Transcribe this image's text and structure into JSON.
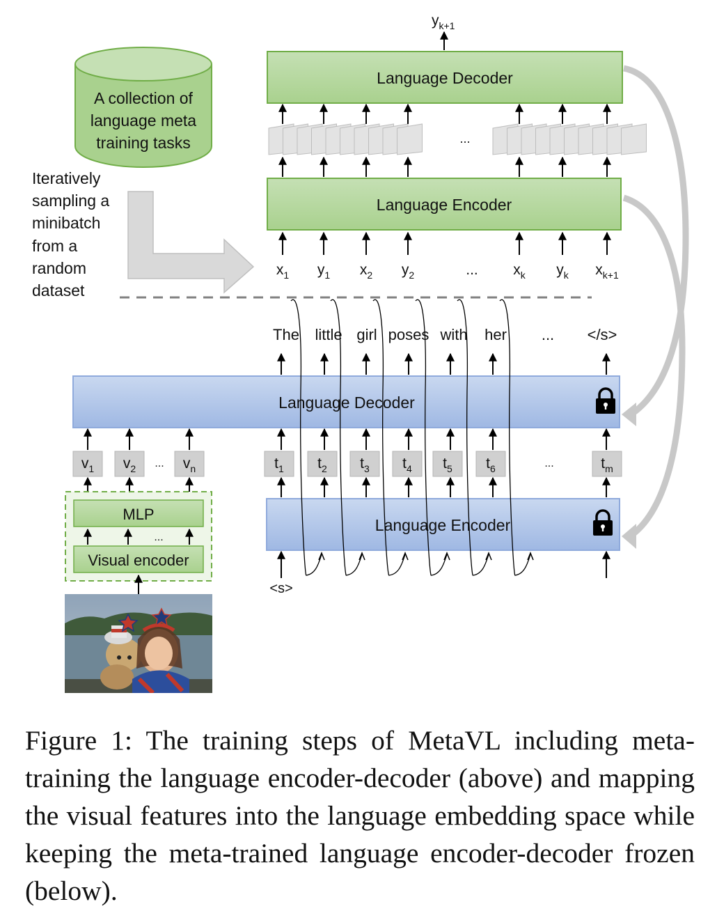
{
  "diagram": {
    "collection_label": [
      "A collection of",
      "language meta",
      "training tasks"
    ],
    "sampling_label": [
      "Iteratively",
      "sampling a",
      "minibatch",
      "from a",
      "random",
      "dataset"
    ],
    "top_output": {
      "base": "y",
      "sub": "k+1"
    },
    "meta_decoder_label": "Language Decoder",
    "meta_encoder_label": "Language Encoder",
    "meta_feature_ellipsis": "...",
    "meta_inputs": [
      {
        "base": "x",
        "sub": "1"
      },
      {
        "base": "y",
        "sub": "1"
      },
      {
        "base": "x",
        "sub": "2"
      },
      {
        "base": "y",
        "sub": "2"
      },
      {
        "base": "...",
        "sub": ""
      },
      {
        "base": "x",
        "sub": "k"
      },
      {
        "base": "y",
        "sub": "k"
      },
      {
        "base": "x",
        "sub": "k+1"
      }
    ],
    "output_words": [
      "The",
      "little",
      "girl",
      "poses",
      "with",
      "her",
      "...",
      "</s>"
    ],
    "frozen_decoder_label": "Language Decoder",
    "frozen_encoder_label": "Language Encoder",
    "visual_tokens": [
      {
        "base": "v",
        "sub": "1"
      },
      {
        "base": "v",
        "sub": "2"
      },
      {
        "base": "...",
        "sub": ""
      },
      {
        "base": "v",
        "sub": "n"
      }
    ],
    "text_tokens": [
      {
        "base": "t",
        "sub": "1"
      },
      {
        "base": "t",
        "sub": "2"
      },
      {
        "base": "t",
        "sub": "3"
      },
      {
        "base": "t",
        "sub": "4"
      },
      {
        "base": "t",
        "sub": "5"
      },
      {
        "base": "t",
        "sub": "6"
      },
      {
        "base": "...",
        "sub": ""
      },
      {
        "base": "t",
        "sub": "m"
      }
    ],
    "mlp_label": "MLP",
    "mlp_ellipsis": "...",
    "visual_encoder_label": "Visual encoder",
    "start_token": "<s>",
    "colors": {
      "green_fill": "#a9d18e",
      "green_stroke": "#70ad47",
      "blue_fill": "#b4c7e7",
      "blue_stroke": "#8faadc",
      "gray_token": "#d0d0d0",
      "arrow_gray": "#bfbfbf"
    }
  },
  "caption": "Figure 1: The training steps of MetaVL including meta-training the language encoder-decoder (above) and mapping the visual features into the language embedding space while keeping the meta-trained language encoder-decoder frozen (below)."
}
